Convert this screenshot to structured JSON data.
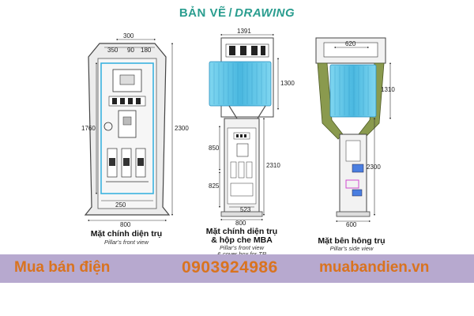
{
  "title": {
    "vi": "BẢN VẼ",
    "sep": "/",
    "en": "DRAWING"
  },
  "front_view": {
    "caption": "Mặt chính diện trụ",
    "sub": "Pillar's front view",
    "dims": {
      "top_total": "300",
      "top_left": "350",
      "top_mid": "90",
      "top_right": "180",
      "height_inner": "1760",
      "height_total": "2300",
      "base_inner": "250",
      "base_total": "800"
    }
  },
  "front_cover_view": {
    "caption1": "Mặt chính diện trụ",
    "caption2": "& hộp che MBA",
    "sub1": "Pillar's front view",
    "sub2": "& cover box for TR",
    "dims": {
      "top_width": "1391",
      "tr_height": "1300",
      "mid1": "850",
      "total": "2310",
      "mid2": "825",
      "base_inner": "523",
      "base_total": "800"
    }
  },
  "side_view": {
    "caption": "Mặt bên hông trụ",
    "sub": "Pillar's side view",
    "dims": {
      "top_width": "620",
      "tr_height": "1310",
      "total": "2300",
      "base": "600"
    }
  },
  "banner": {
    "brand": "Mua bán điện",
    "phone": "0903924986",
    "site": "muabandien.vn"
  },
  "colors": {
    "title": "#2a9d8f",
    "banner_bg": "#b7a9cf",
    "banner_text": "#d9731f",
    "transformer": "#5ec8e8",
    "frame_green": "#8a9a4e"
  }
}
